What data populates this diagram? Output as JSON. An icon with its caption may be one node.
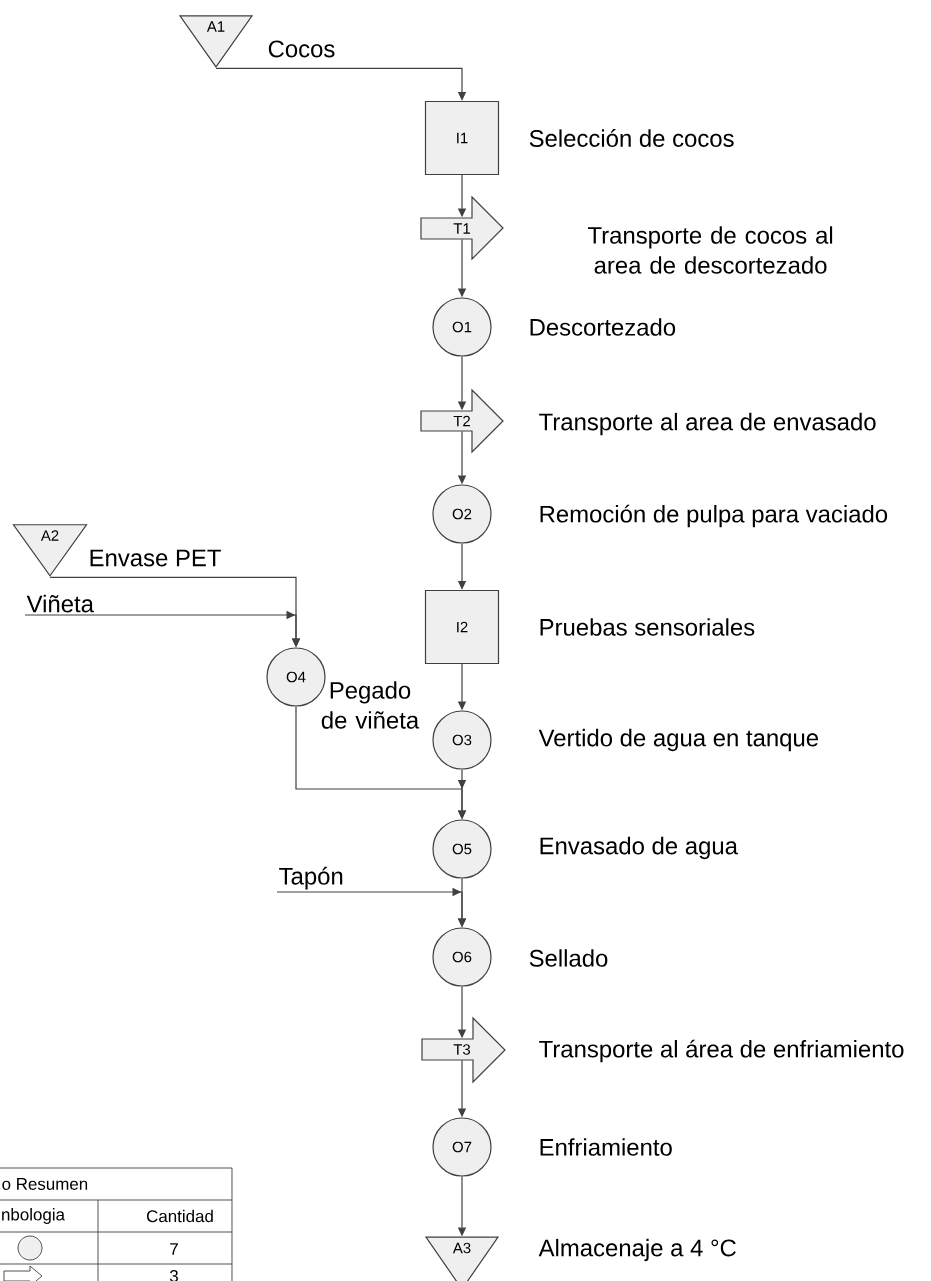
{
  "diagram": {
    "nodes": [
      {
        "text": [
          "A1"
        ]
      },
      {
        "text": [
          "I1"
        ],
        "beside": [
          "Selección de cocos"
        ]
      },
      {
        "text": [
          "T1"
        ],
        "beside": [
          "Transporte de cocos al area de descortezado"
        ]
      },
      {
        "text": [
          "O1"
        ],
        "beside": [
          "Descortezado"
        ]
      },
      {
        "text": [
          "T2"
        ],
        "beside": [
          "Transporte al area de envasado"
        ]
      },
      {
        "text": [
          "O2"
        ],
        "beside": [
          "Remoción de pulpa para vaciado"
        ]
      },
      {
        "text": [
          "A2"
        ]
      },
      {
        "text": [
          "Viñeta"
        ]
      },
      {
        "text": [
          "I2"
        ],
        "beside": [
          "Pruebas sensoriales"
        ]
      },
      {
        "text": [
          "O4"
        ],
        "beside": [
          "Pegado de viñeta"
        ]
      },
      {
        "text": [
          "O3"
        ],
        "beside": [
          "Vertido de agua en tanque"
        ]
      },
      {
        "text": [
          "O5"
        ],
        "beside": [
          "Envasado de agua"
        ]
      },
      {
        "text": [
          "Tapón"
        ]
      },
      {
        "text": [
          "O6"
        ],
        "beside": [
          "Sellado"
        ]
      },
      {
        "text": [
          "T3"
        ],
        "beside": [
          "Transporte al área de enfriamiento"
        ]
      },
      {
        "text": [
          "O7"
        ],
        "beside": [
          "Enfriamiento"
        ]
      },
      {
        "text": [
          "A3"
        ],
        "beside": [
          "Almacenaje a 4 °C"
        ]
      }
    ],
    "edges": [
      {
        "from": 0,
        "to": 1,
        "arrow": "to",
        "label": "Cocos"
      },
      {
        "from": 1,
        "to": 2,
        "arrow": "to"
      },
      {
        "from": 2,
        "to": 3,
        "arrow": "to"
      },
      {
        "from": 3,
        "to": 4,
        "arrow": "to"
      },
      {
        "from": 4,
        "to": 5,
        "arrow": "to"
      },
      {
        "from": 5,
        "to": 8,
        "arrow": "to"
      },
      {
        "from": 6,
        "to": 9,
        "arrow": "to",
        "label": "Envase PET"
      },
      {
        "from": 7,
        "to": 9,
        "arrow": "to"
      },
      {
        "from": 8,
        "to": 10,
        "arrow": "to"
      },
      {
        "from": 9,
        "to": 11,
        "arrow": "to"
      },
      {
        "from": 10,
        "to": 11,
        "arrow": "to"
      },
      {
        "from": 11,
        "to": 13,
        "arrow": "to"
      },
      {
        "from": 12,
        "to": 13,
        "arrow": "to"
      },
      {
        "from": 13,
        "to": 14,
        "arrow": "to"
      },
      {
        "from": 14,
        "to": 15,
        "arrow": "to"
      },
      {
        "from": 15,
        "to": 16,
        "arrow": "to"
      }
    ],
    "labels": [
      "o Resumen",
      "nbologia",
      "Cantidad",
      "7",
      "3"
    ]
  }
}
